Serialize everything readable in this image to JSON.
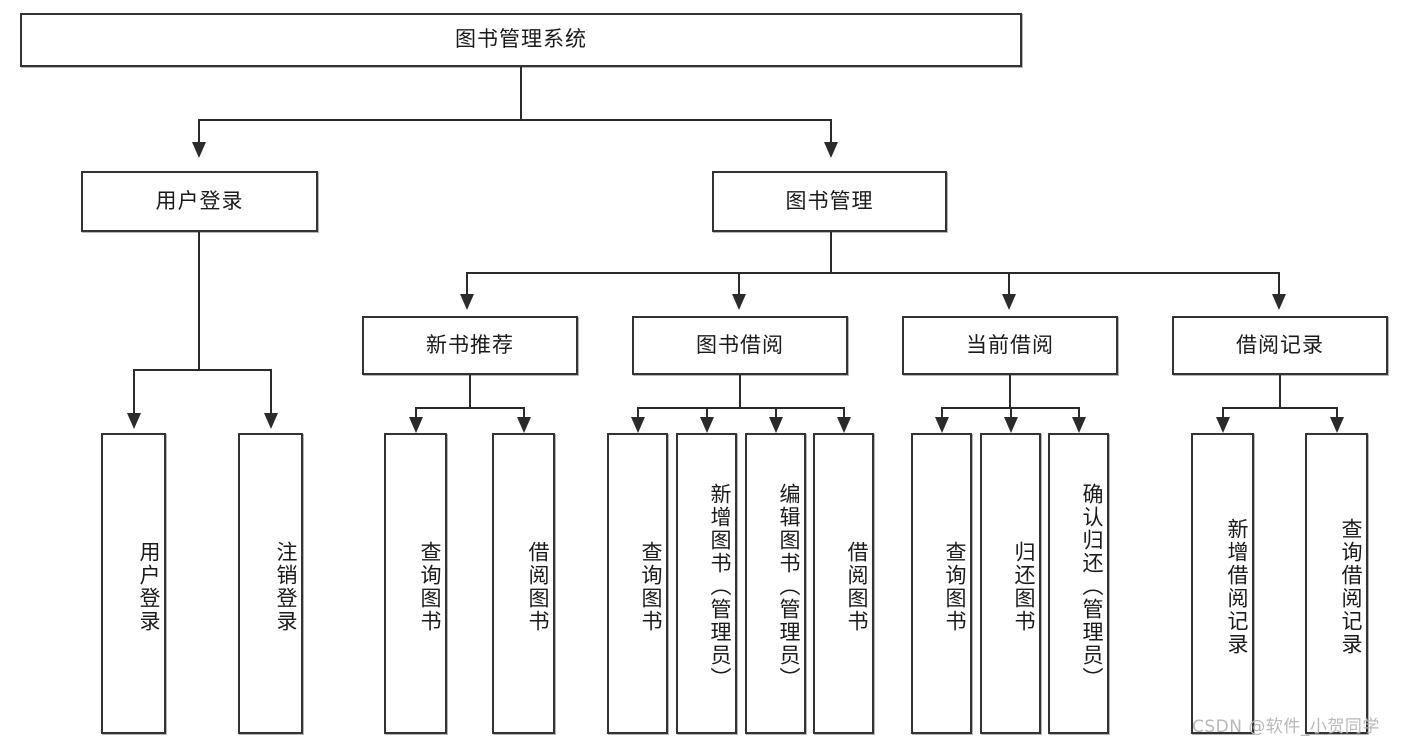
{
  "diagram": {
    "title": "图书管理系统",
    "root": {
      "label": "图书管理系统"
    },
    "level1": [
      {
        "label": "用户登录"
      },
      {
        "label": "图书管理"
      }
    ],
    "level2": [
      {
        "label": "新书推荐"
      },
      {
        "label": "图书借阅"
      },
      {
        "label": "当前借阅"
      },
      {
        "label": "借阅记录"
      }
    ],
    "leaves": {
      "user_login": [
        {
          "label": "用户登录"
        },
        {
          "label": "注销登录"
        }
      ],
      "new_book_recommend": [
        {
          "label": "查询图书"
        },
        {
          "label": "借阅图书"
        }
      ],
      "book_borrow": [
        {
          "label": "查询图书"
        },
        {
          "label": "新增图书（管理员）"
        },
        {
          "label": "编辑图书（管理员）"
        },
        {
          "label": "借阅图书"
        }
      ],
      "current_borrow": [
        {
          "label": "查询图书"
        },
        {
          "label": "归还图书"
        },
        {
          "label": "确认归还（管理员）"
        }
      ],
      "borrow_record": [
        {
          "label": "新增借阅记录"
        },
        {
          "label": "查询借阅记录"
        }
      ]
    }
  },
  "watermark": {
    "text": "CSDN @软件_小贺同学"
  },
  "colors": {
    "stroke": "#333333",
    "edge": "#2b2b2b",
    "background": "#ffffff",
    "watermark": "#b8b8b8"
  }
}
